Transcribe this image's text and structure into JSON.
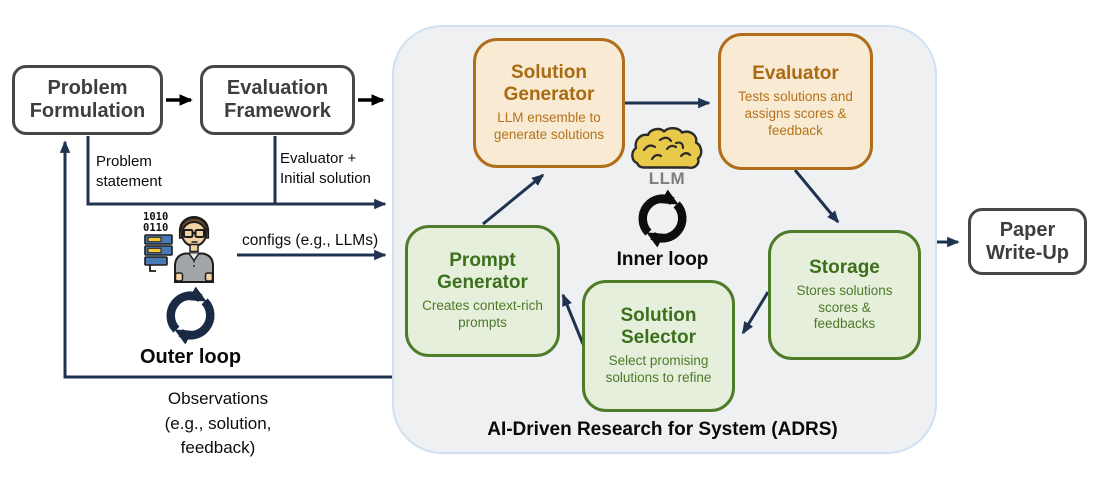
{
  "adrs": {
    "caption": "AI-Driven Research for System (ADRS)"
  },
  "nodes": {
    "problem_formulation": {
      "title": "Problem\nFormulation"
    },
    "evaluation_framework": {
      "title": "Evaluation\nFramework"
    },
    "paper_writeup": {
      "title": "Paper\nWrite-Up"
    },
    "solution_generator": {
      "title": "Solution\nGenerator",
      "desc": "LLM ensemble to\ngenerate solutions"
    },
    "evaluator": {
      "title": "Evaluator",
      "desc": "Tests solutions and\nassigns scores &\nfeedback"
    },
    "prompt_generator": {
      "title": "Prompt\nGenerator",
      "desc": "Creates context-rich\nprompts"
    },
    "solution_selector": {
      "title": "Solution\nSelector",
      "desc": "Select promising\nsolutions to refine"
    },
    "storage": {
      "title": "Storage",
      "desc": "Stores solutions\nscores &\nfeedbacks"
    }
  },
  "labels": {
    "problem_statement": "Problem\nstatement",
    "evaluator_initial": "Evaluator +\nInitial solution",
    "configs": "configs (e.g., LLMs)",
    "observations": "Observations\n(e.g., solution,\nfeedback)",
    "outer_loop": "Outer loop",
    "inner_loop": "Inner loop",
    "llm": "LLM"
  },
  "icons": {
    "researcher": {
      "binary_line1": "1010",
      "binary_line2": "0110"
    }
  },
  "colors": {
    "arrow_navy": "#1f3350",
    "arrow_black": "#000000",
    "orange_border": "#b06e1a",
    "orange_fill": "#f8ead3",
    "orange_text": "#a96a12",
    "green_border": "#4e7c28",
    "green_fill": "#e6efdc",
    "green_text": "#3c701d",
    "container_fill": "#eef0f2",
    "container_border": "#cfe0f3",
    "neutral_border": "#474747",
    "llm_yellow": "#e9c94a",
    "llm_label_gray": "#7d7d7d"
  }
}
